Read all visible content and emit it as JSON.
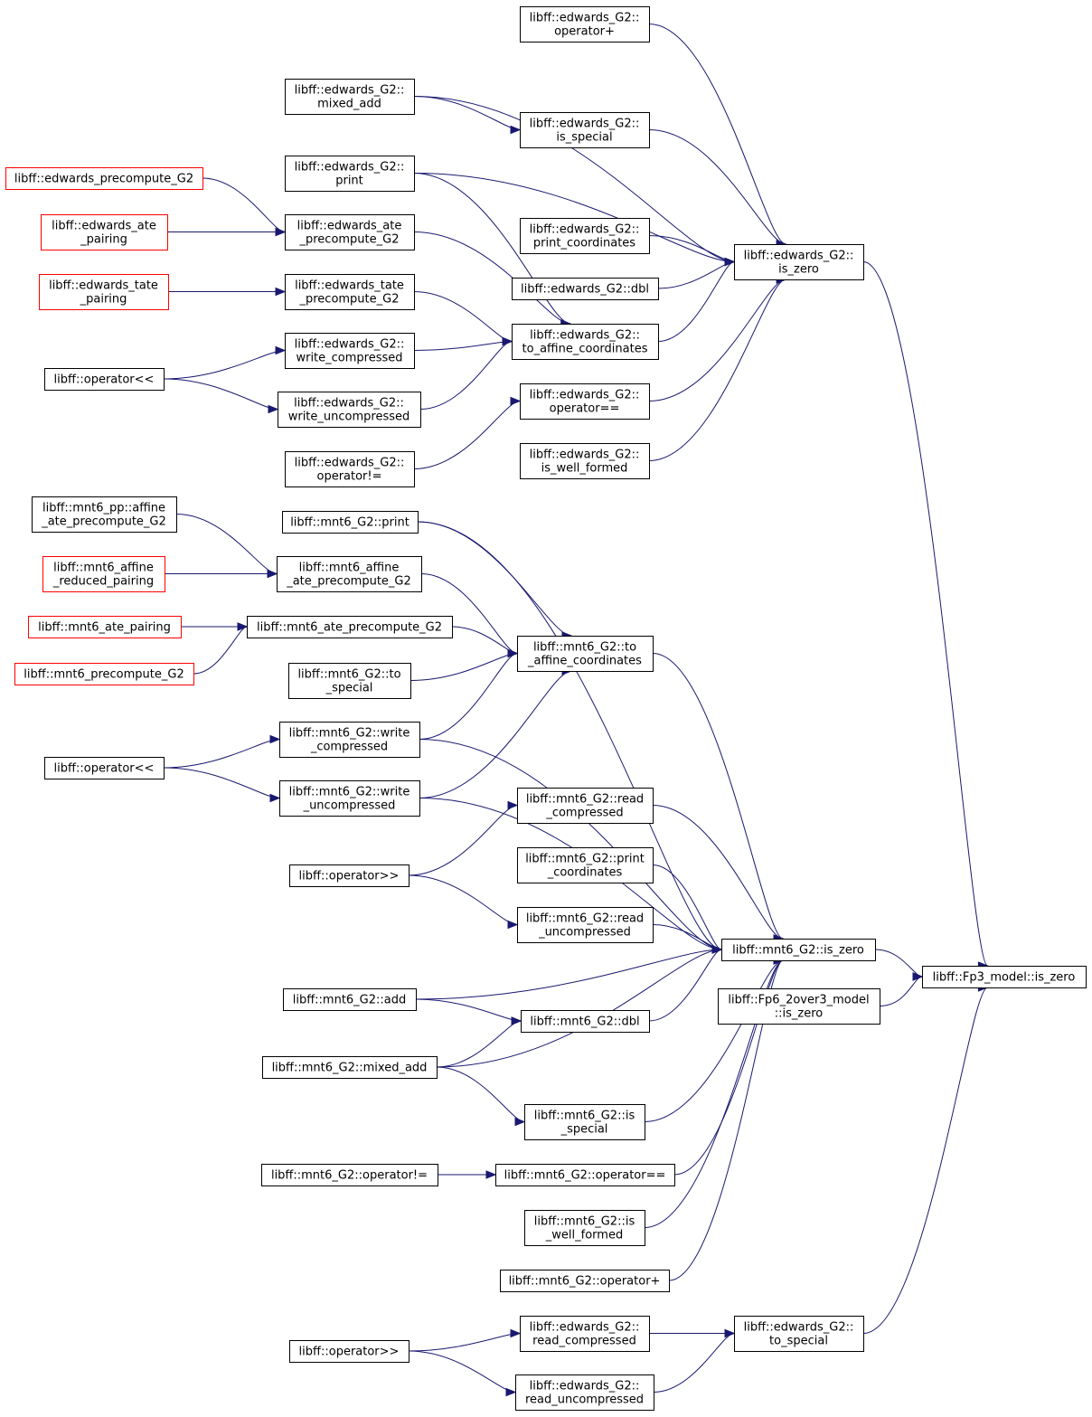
{
  "colors": {
    "edge": "#191970",
    "node_border": "#000000",
    "node_border_external": "#ff0000",
    "root_fill": "#bfbfbf",
    "node_fill": "#ffffff"
  },
  "nodes": [
    {
      "id": "root",
      "lines": [
        "libff::Fp3_model::is_zero"
      ],
      "style": "root"
    },
    {
      "id": "eg_is_zero",
      "lines": [
        "libff::edwards_G2::",
        "is_zero"
      ]
    },
    {
      "id": "m6_is_zero",
      "lines": [
        "libff::mnt6_G2::is_zero"
      ]
    },
    {
      "id": "fp6_is_zero",
      "lines": [
        "libff::Fp6_2over3_model",
        "::is_zero"
      ]
    },
    {
      "id": "eg_to_special",
      "lines": [
        "libff::edwards_G2::",
        "to_special"
      ]
    },
    {
      "id": "eg_opplus",
      "lines": [
        "libff::edwards_G2::",
        "operator+"
      ]
    },
    {
      "id": "eg_mixed_add",
      "lines": [
        "libff::edwards_G2::",
        "mixed_add"
      ]
    },
    {
      "id": "eg_is_special",
      "lines": [
        "libff::edwards_G2::",
        "is_special"
      ]
    },
    {
      "id": "eg_print",
      "lines": [
        "libff::edwards_G2::",
        "print"
      ]
    },
    {
      "id": "e_precompute_g2",
      "lines": [
        "libff::edwards_precompute_G2"
      ],
      "style": "external"
    },
    {
      "id": "e_ate_precompute_g2",
      "lines": [
        "libff::edwards_ate",
        "_precompute_G2"
      ]
    },
    {
      "id": "e_ate_pairing",
      "lines": [
        "libff::edwards_ate",
        "_pairing"
      ],
      "style": "external"
    },
    {
      "id": "eg_print_coords",
      "lines": [
        "libff::edwards_G2::",
        "print_coordinates"
      ]
    },
    {
      "id": "eg_dbl",
      "lines": [
        "libff::edwards_G2::dbl"
      ]
    },
    {
      "id": "e_tate_pairing",
      "lines": [
        "libff::edwards_tate",
        "_pairing"
      ],
      "style": "external"
    },
    {
      "id": "e_tate_precompute_g2",
      "lines": [
        "libff::edwards_tate",
        "_precompute_G2"
      ]
    },
    {
      "id": "eg_to_affine",
      "lines": [
        "libff::edwards_G2::",
        "to_affine_coordinates"
      ]
    },
    {
      "id": "eg_write_comp",
      "lines": [
        "libff::edwards_G2::",
        "write_compressed"
      ]
    },
    {
      "id": "op_shl_1",
      "lines": [
        "libff::operator<<"
      ]
    },
    {
      "id": "eg_opeq",
      "lines": [
        "libff::edwards_G2::",
        "operator=="
      ]
    },
    {
      "id": "eg_write_uncomp",
      "lines": [
        "libff::edwards_G2::",
        "write_uncompressed"
      ]
    },
    {
      "id": "eg_opneq",
      "lines": [
        "libff::edwards_G2::",
        "operator!="
      ]
    },
    {
      "id": "eg_is_well_formed",
      "lines": [
        "libff::edwards_G2::",
        "is_well_formed"
      ]
    },
    {
      "id": "m6pp_affine_ate",
      "lines": [
        "libff::mnt6_pp::affine",
        "_ate_precompute_G2"
      ]
    },
    {
      "id": "m6g_print",
      "lines": [
        "libff::mnt6_G2::print"
      ]
    },
    {
      "id": "m6_affine_reduced",
      "lines": [
        "libff::mnt6_affine",
        "_reduced_pairing"
      ],
      "style": "external"
    },
    {
      "id": "m6_affine_ate_pre",
      "lines": [
        "libff::mnt6_affine",
        "_ate_precompute_G2"
      ]
    },
    {
      "id": "m6_ate_pairing",
      "lines": [
        "libff::mnt6_ate_pairing"
      ],
      "style": "external"
    },
    {
      "id": "m6_ate_pre",
      "lines": [
        "libff::mnt6_ate_precompute_G2"
      ]
    },
    {
      "id": "m6g_to_affine",
      "lines": [
        "libff::mnt6_G2::to",
        "_affine_coordinates"
      ]
    },
    {
      "id": "m6_precompute_g2",
      "lines": [
        "libff::mnt6_precompute_G2"
      ],
      "style": "external"
    },
    {
      "id": "m6g_to_special",
      "lines": [
        "libff::mnt6_G2::to",
        "_special"
      ]
    },
    {
      "id": "m6g_write_comp",
      "lines": [
        "libff::mnt6_G2::write",
        "_compressed"
      ]
    },
    {
      "id": "op_shl_2",
      "lines": [
        "libff::operator<<"
      ]
    },
    {
      "id": "m6g_write_uncomp",
      "lines": [
        "libff::mnt6_G2::write",
        "_uncompressed"
      ]
    },
    {
      "id": "m6g_read_comp",
      "lines": [
        "libff::mnt6_G2::read",
        "_compressed"
      ]
    },
    {
      "id": "op_shr_1",
      "lines": [
        "libff::operator>>"
      ]
    },
    {
      "id": "m6g_print_coords",
      "lines": [
        "libff::mnt6_G2::print",
        "_coordinates"
      ]
    },
    {
      "id": "m6g_read_uncomp",
      "lines": [
        "libff::mnt6_G2::read",
        "_uncompressed"
      ]
    },
    {
      "id": "m6g_add",
      "lines": [
        "libff::mnt6_G2::add"
      ]
    },
    {
      "id": "m6g_dbl",
      "lines": [
        "libff::mnt6_G2::dbl"
      ]
    },
    {
      "id": "m6g_mixed_add",
      "lines": [
        "libff::mnt6_G2::mixed_add"
      ]
    },
    {
      "id": "m6g_is_special",
      "lines": [
        "libff::mnt6_G2::is",
        "_special"
      ]
    },
    {
      "id": "m6g_opneq",
      "lines": [
        "libff::mnt6_G2::operator!="
      ]
    },
    {
      "id": "m6g_opeq",
      "lines": [
        "libff::mnt6_G2::operator=="
      ]
    },
    {
      "id": "m6g_is_well_formed",
      "lines": [
        "libff::mnt6_G2::is",
        "_well_formed"
      ]
    },
    {
      "id": "m6g_opplus",
      "lines": [
        "libff::mnt6_G2::operator+"
      ]
    },
    {
      "id": "eg_read_comp",
      "lines": [
        "libff::edwards_G2::",
        "read_compressed"
      ]
    },
    {
      "id": "op_shr_2",
      "lines": [
        "libff::operator>>"
      ]
    },
    {
      "id": "eg_read_uncomp",
      "lines": [
        "libff::edwards_G2::",
        "read_uncompressed"
      ]
    }
  ]
}
